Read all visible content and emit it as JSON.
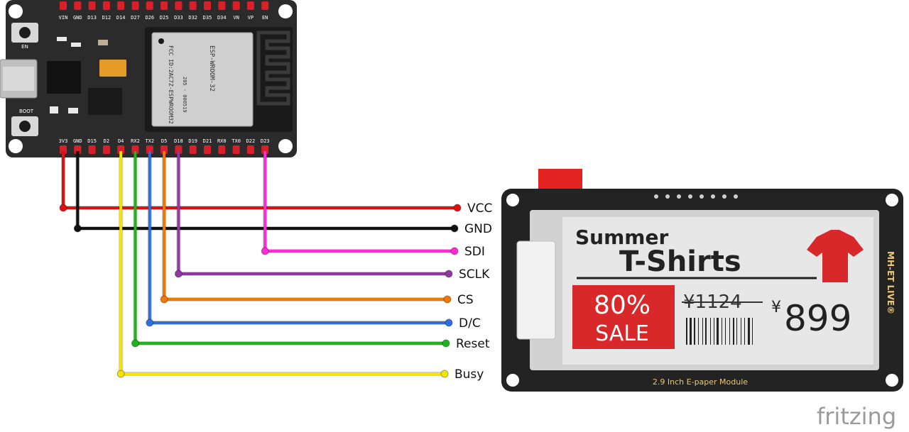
{
  "board": {
    "top_pins": [
      "VIN",
      "GND",
      "D13",
      "D12",
      "D14",
      "D27",
      "D26",
      "D25",
      "D33",
      "D32",
      "D35",
      "D34",
      "VN",
      "VP",
      "EN"
    ],
    "bottom_pins": [
      "3V3",
      "GND",
      "D15",
      "D2",
      "D4",
      "RX2",
      "TX2",
      "D5",
      "D18",
      "D19",
      "D21",
      "RX0",
      "TX0",
      "D22",
      "D23"
    ],
    "button_en": "EN",
    "button_boot": "BOOT",
    "module_name": "ESP-WROOM-32",
    "module_fcc": "FCC ID:2AC7Z-ESPWROOM32",
    "module_code": "205 - 000519"
  },
  "connections": [
    {
      "signal": "VCC",
      "pin": "3V3",
      "color": "#e01010"
    },
    {
      "signal": "GND",
      "pin": "GND",
      "color": "#111111"
    },
    {
      "signal": "SDI",
      "pin": "D23",
      "color": "#ff2bd6"
    },
    {
      "signal": "SCLK",
      "pin": "D18",
      "color": "#8e3aa0"
    },
    {
      "signal": "CS",
      "pin": "D5",
      "color": "#f07800"
    },
    {
      "signal": "D/C",
      "pin": "TX2",
      "color": "#2f6fdc"
    },
    {
      "signal": "Reset",
      "pin": "RX2",
      "color": "#1fb31f"
    },
    {
      "signal": "Busy",
      "pin": "D4",
      "color": "#f4e400"
    }
  ],
  "display": {
    "line1": "Summer",
    "line2": "T-Shirts",
    "discount": "80%",
    "sale": "SALE",
    "old_price": "¥1124",
    "currency": "¥",
    "new_price": "899",
    "brand": "MH-ET LIVE®",
    "caption": "2.9 Inch E-paper Module"
  },
  "watermark": "fritzing"
}
